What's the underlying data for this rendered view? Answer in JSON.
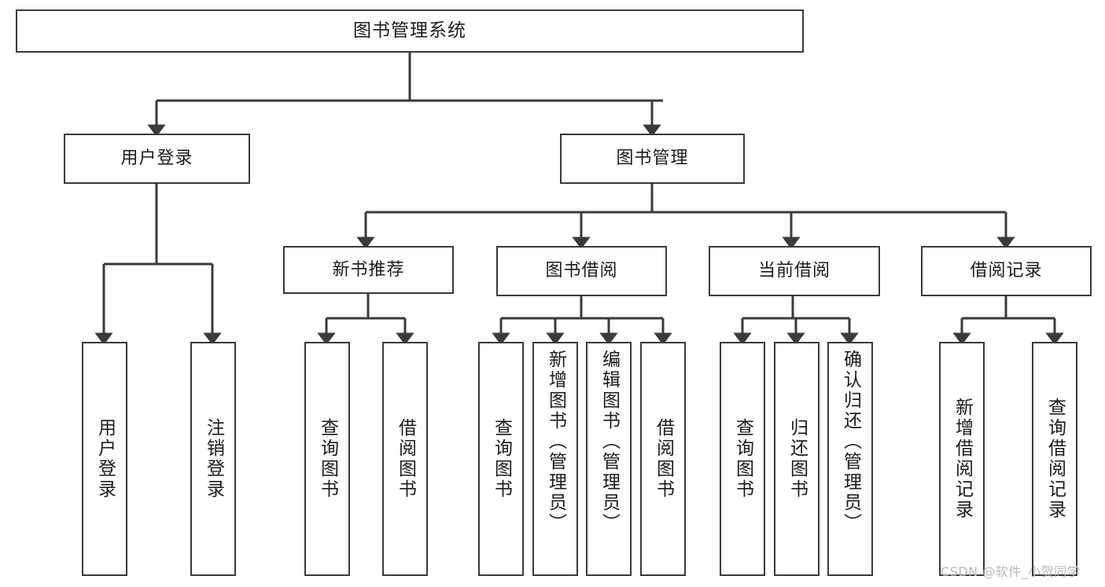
{
  "diagram": {
    "title": "图书管理系统",
    "type": "tree",
    "orientation": "top-down",
    "line_color": "#3a3a3a",
    "box_fill": "#ffffff",
    "text_color": "#1b1b1b",
    "watermark": "CSDN @软件_小贺同学",
    "nodes": {
      "root": {
        "label": "图书管理系统"
      },
      "level1": [
        {
          "id": "user-login",
          "label": "用户登录"
        },
        {
          "id": "book-management",
          "label": "图书管理"
        }
      ],
      "level2": [
        {
          "id": "new-book-recommend",
          "label": "新书推荐",
          "parent": "book-management"
        },
        {
          "id": "book-borrow",
          "label": "图书借阅",
          "parent": "book-management"
        },
        {
          "id": "current-borrow",
          "label": "当前借阅",
          "parent": "book-management"
        },
        {
          "id": "borrow-record",
          "label": "借阅记录",
          "parent": "book-management"
        }
      ],
      "leaves": {
        "user_login": [
          {
            "id": "leaf-user-login",
            "label": "用户登录"
          },
          {
            "id": "leaf-logout",
            "label": "注销登录"
          }
        ],
        "new_book_recommend": [
          {
            "id": "leaf-query-book-1",
            "label": "查询图书"
          },
          {
            "id": "leaf-borrow-book-1",
            "label": "借阅图书"
          }
        ],
        "book_borrow": [
          {
            "id": "leaf-query-book-2",
            "label": "查询图书"
          },
          {
            "id": "leaf-add-book",
            "label": "新增图书（管理员）"
          },
          {
            "id": "leaf-edit-book",
            "label": "编辑图书（管理员）"
          },
          {
            "id": "leaf-borrow-book-2",
            "label": "借阅图书"
          }
        ],
        "current_borrow": [
          {
            "id": "leaf-query-book-3",
            "label": "查询图书"
          },
          {
            "id": "leaf-return-book",
            "label": "归还图书"
          },
          {
            "id": "leaf-confirm-return",
            "label": "确认归还（管理员）"
          }
        ],
        "borrow_record": [
          {
            "id": "leaf-add-record",
            "label": "新增借阅记录"
          },
          {
            "id": "leaf-query-record",
            "label": "查询借阅记录"
          }
        ]
      }
    }
  }
}
